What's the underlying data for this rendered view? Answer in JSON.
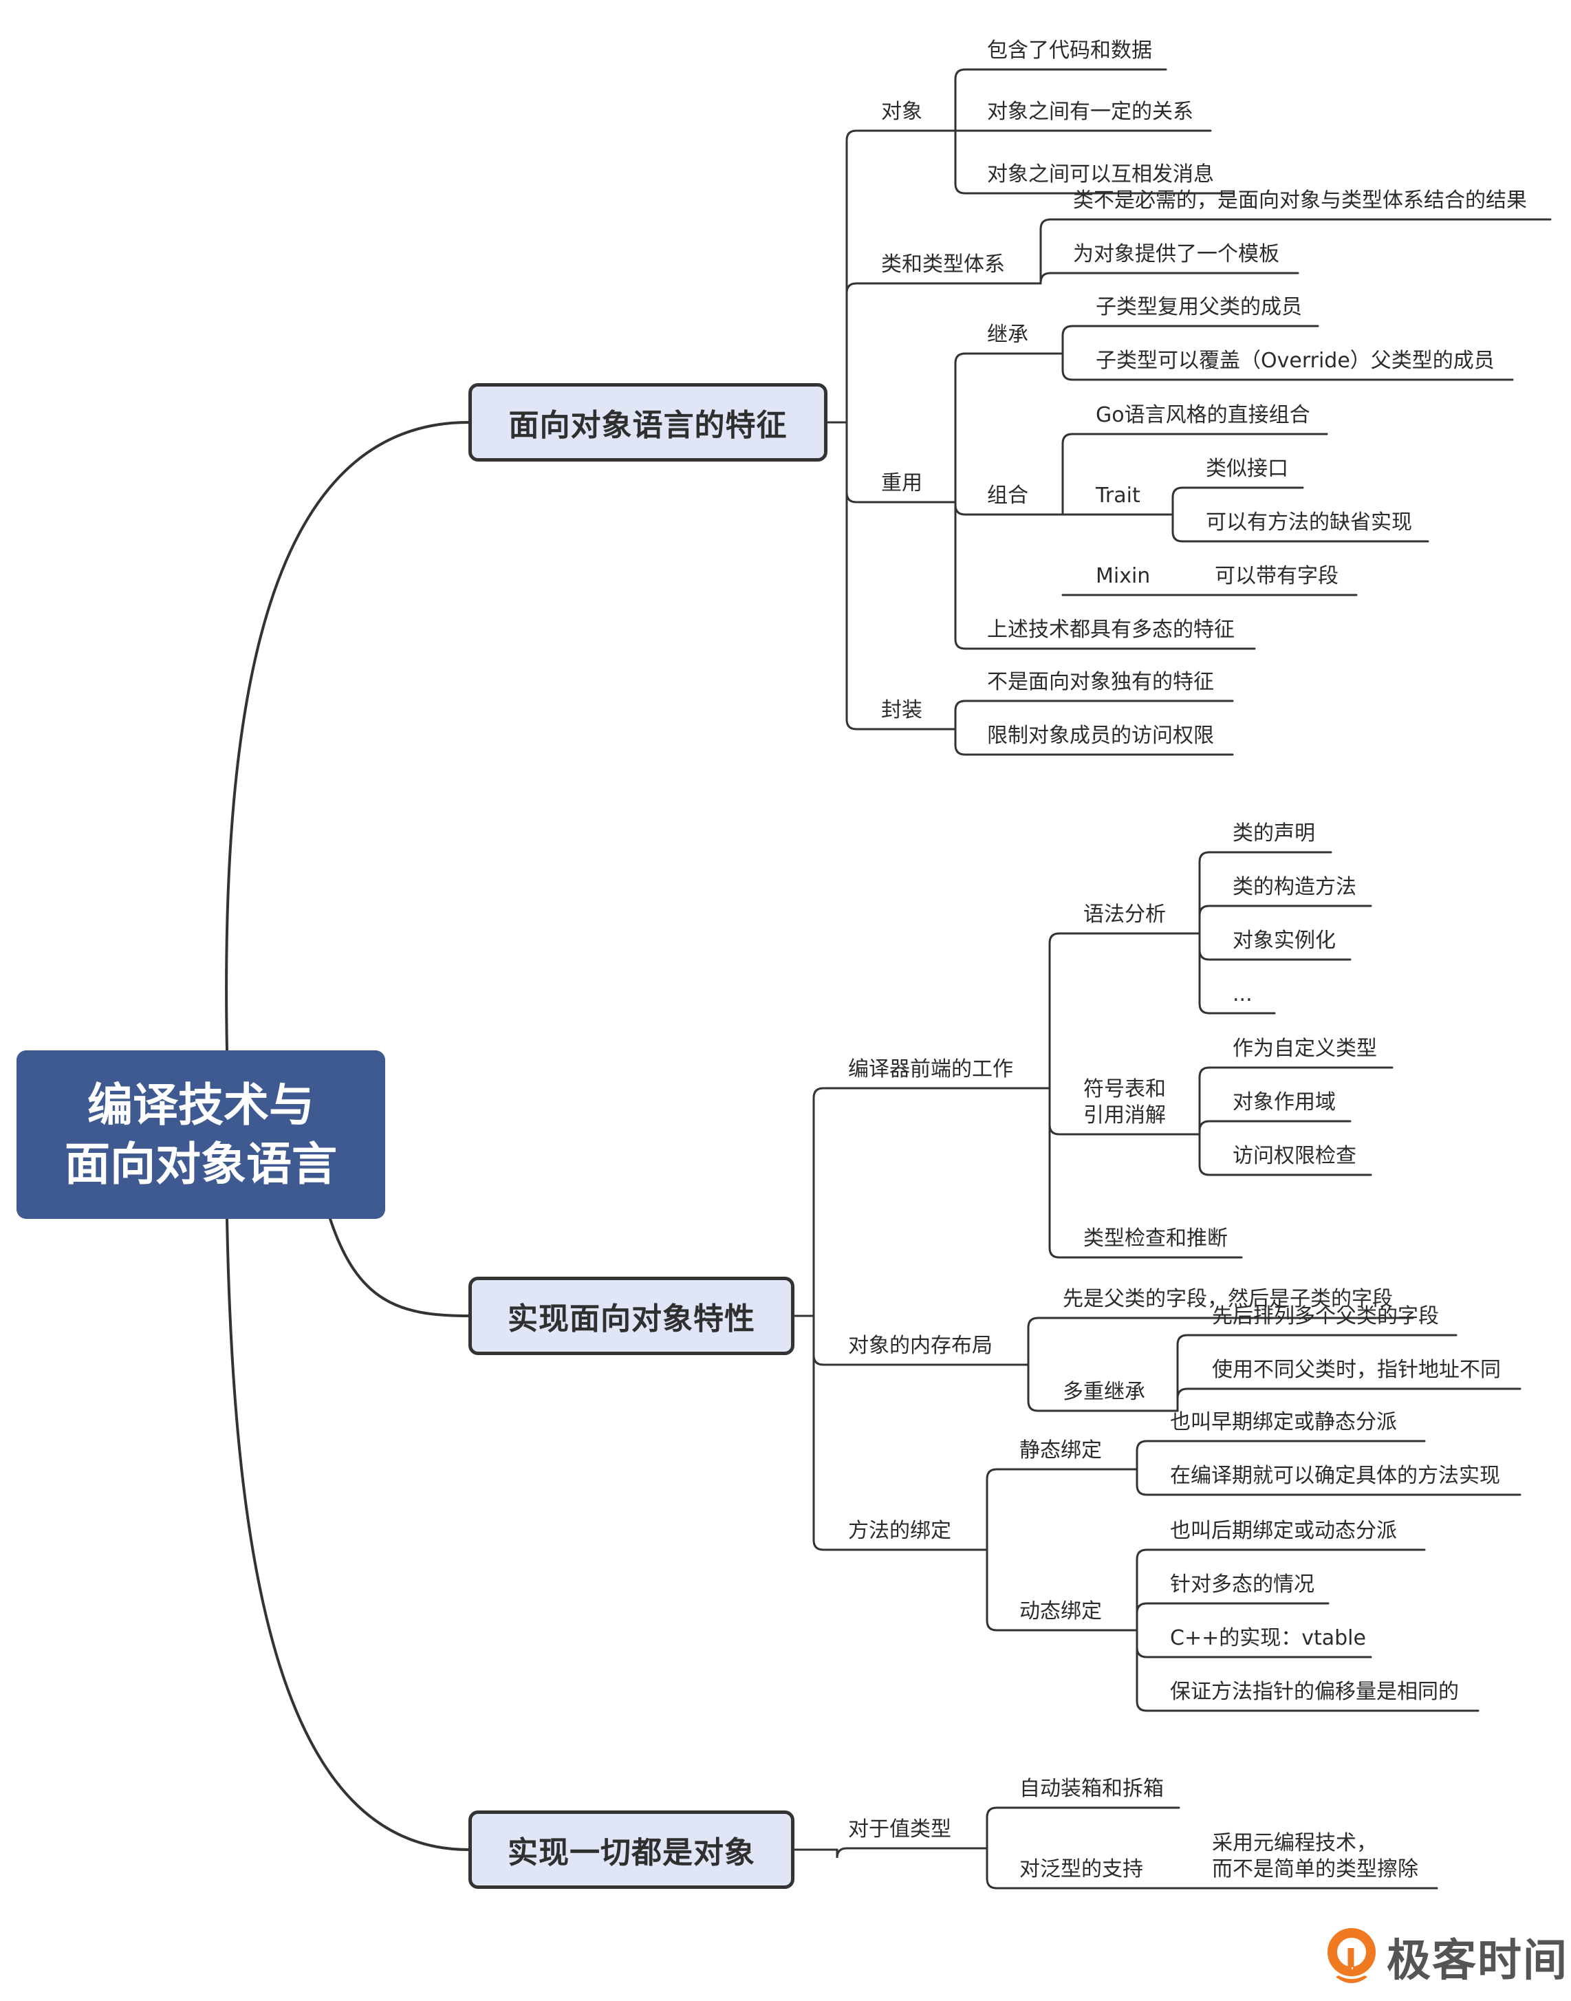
{
  "root": {
    "line1": "编译技术与",
    "line2": "面向对象语言"
  },
  "branches": [
    {
      "id": "b1",
      "label": "面向对象语言的特征",
      "children": [
        {
          "id": "b1c1",
          "label": "对象",
          "children": [
            {
              "id": "b1c1l1",
              "label": "包含了代码和数据"
            },
            {
              "id": "b1c1l2",
              "label": "对象之间有一定的关系"
            },
            {
              "id": "b1c1l3",
              "label": "对象之间可以互相发消息"
            }
          ]
        },
        {
          "id": "b1c2",
          "label": "类和类型体系",
          "children": [
            {
              "id": "b1c2l1",
              "label": "类不是必需的，是面向对象与类型体系结合的结果"
            },
            {
              "id": "b1c2l2",
              "label": "为对象提供了一个模板"
            }
          ]
        },
        {
          "id": "b1c3",
          "label": "重用",
          "children": [
            {
              "id": "b1c3a",
              "label": "继承",
              "children": [
                {
                  "id": "b1c3a1",
                  "label": "子类型复用父类的成员"
                },
                {
                  "id": "b1c3a2",
                  "label": "子类型可以覆盖（Override）父类型的成员"
                }
              ]
            },
            {
              "id": "b1c3b",
              "label": "组合",
              "children": [
                {
                  "id": "b1c3b1",
                  "label": "Go语言风格的直接组合"
                },
                {
                  "id": "b1c3b2",
                  "label": "Trait",
                  "children": [
                    {
                      "id": "b1c3b2a",
                      "label": "类似接口"
                    },
                    {
                      "id": "b1c3b2b",
                      "label": "可以有方法的缺省实现"
                    }
                  ]
                },
                {
                  "id": "b1c3b3",
                  "label": "Mixin",
                  "children": [
                    {
                      "id": "b1c3b3a",
                      "label": "可以带有字段"
                    }
                  ]
                }
              ]
            },
            {
              "id": "b1c3c",
              "label": "上述技术都具有多态的特征"
            }
          ]
        },
        {
          "id": "b1c4",
          "label": "封装",
          "children": [
            {
              "id": "b1c4l1",
              "label": "不是面向对象独有的特征"
            },
            {
              "id": "b1c4l2",
              "label": "限制对象成员的访问权限"
            }
          ]
        }
      ]
    },
    {
      "id": "b2",
      "label": "实现面向对象特性",
      "children": [
        {
          "id": "b2c1",
          "label": "编译器前端的工作",
          "children": [
            {
              "id": "b2c1a",
              "label": "语法分析",
              "children": [
                {
                  "id": "b2c1a1",
                  "label": "类的声明"
                },
                {
                  "id": "b2c1a2",
                  "label": "类的构造方法"
                },
                {
                  "id": "b2c1a3",
                  "label": "对象实例化"
                },
                {
                  "id": "b2c1a4",
                  "label": "..."
                }
              ]
            },
            {
              "id": "b2c1b",
              "label": "符号表和\n引用消解",
              "children": [
                {
                  "id": "b2c1b1",
                  "label": "作为自定义类型"
                },
                {
                  "id": "b2c1b2",
                  "label": "对象作用域"
                },
                {
                  "id": "b2c1b3",
                  "label": "访问权限检查"
                }
              ]
            },
            {
              "id": "b2c1c",
              "label": "类型检查和推断"
            }
          ]
        },
        {
          "id": "b2c2",
          "label": "对象的内存布局",
          "children": [
            {
              "id": "b2c2a",
              "label": "先是父类的字段，然后是子类的字段"
            },
            {
              "id": "b2c2b",
              "label": "多重继承",
              "children": [
                {
                  "id": "b2c2b1",
                  "label": "先后排列多个父类的字段"
                },
                {
                  "id": "b2c2b2",
                  "label": "使用不同父类时，指针地址不同"
                }
              ]
            }
          ]
        },
        {
          "id": "b2c3",
          "label": "方法的绑定",
          "children": [
            {
              "id": "b2c3a",
              "label": "静态绑定",
              "children": [
                {
                  "id": "b2c3a1",
                  "label": "也叫早期绑定或静态分派"
                },
                {
                  "id": "b2c3a2",
                  "label": "在编译期就可以确定具体的方法实现"
                }
              ]
            },
            {
              "id": "b2c3b",
              "label": "动态绑定",
              "children": [
                {
                  "id": "b2c3b1",
                  "label": "也叫后期绑定或动态分派"
                },
                {
                  "id": "b2c3b2",
                  "label": "针对多态的情况"
                },
                {
                  "id": "b2c3b3",
                  "label": "C++的实现：vtable"
                },
                {
                  "id": "b2c3b4",
                  "label": "保证方法指针的偏移量是相同的"
                }
              ]
            }
          ]
        }
      ]
    },
    {
      "id": "b3",
      "label": "实现一切都是对象",
      "children": [
        {
          "id": "b3c1",
          "label": "对于值类型",
          "children": [
            {
              "id": "b3c1a",
              "label": "自动装箱和拆箱"
            },
            {
              "id": "b3c1b",
              "label": "对泛型的支持",
              "children": [
                {
                  "id": "b3c1b1",
                  "label": "采用元编程技术，\n而不是简单的类型擦除"
                }
              ]
            }
          ]
        }
      ]
    }
  ],
  "logo": {
    "text": "极客时间",
    "accent": "#f07a22"
  },
  "colors": {
    "root_fill": "#3e5a91",
    "branch_fill": "#e1e6f7",
    "line": "#333333"
  }
}
